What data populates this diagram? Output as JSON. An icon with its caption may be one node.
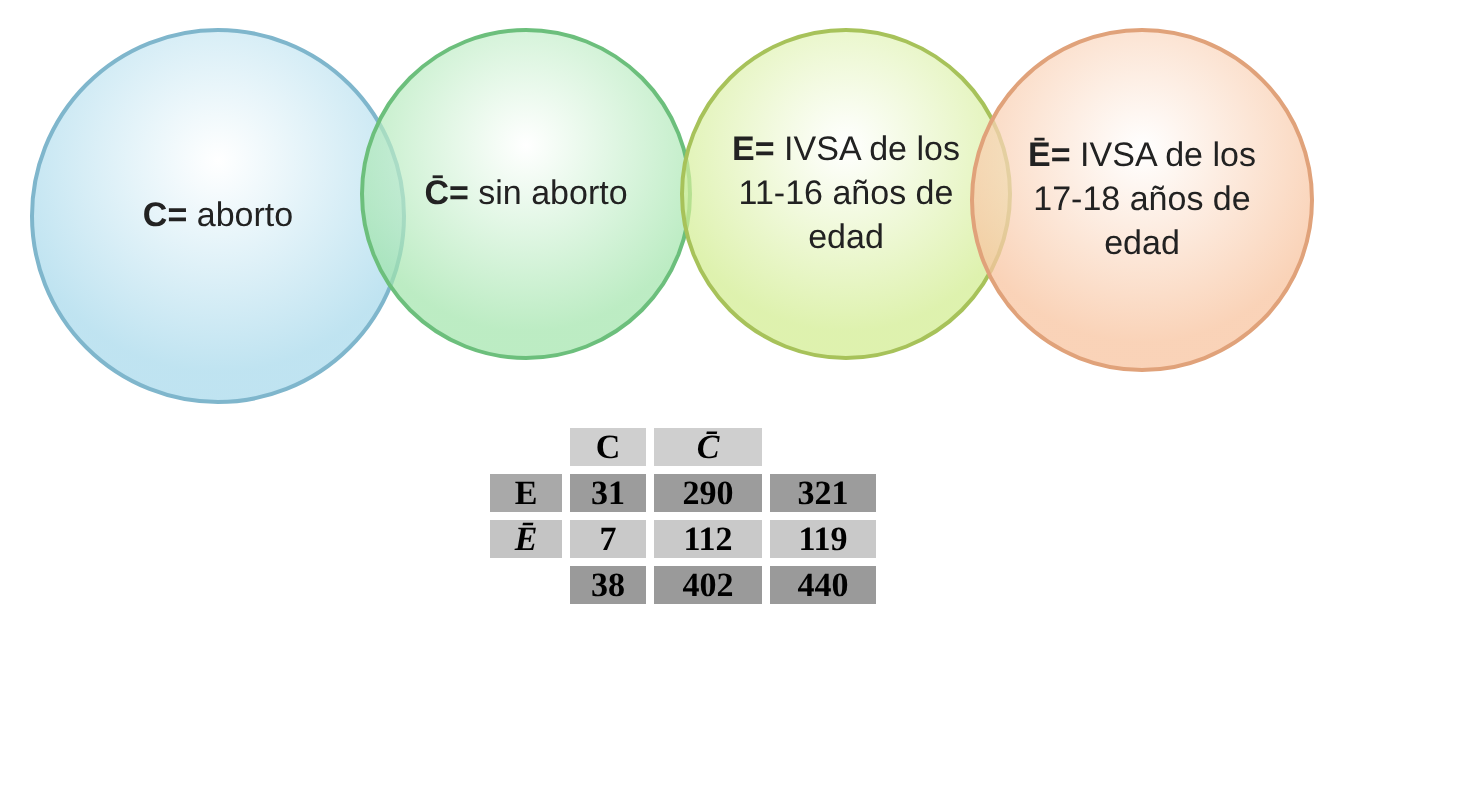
{
  "diagram": {
    "nodes": [
      {
        "text": [
          "**C=** aborto"
        ]
      },
      {
        "text": [
          "**C̄=** sin aborto"
        ]
      },
      {
        "text": [
          "**E=** IVSA de los 11-16 años de edad"
        ]
      },
      {
        "text": [
          "**Ē=** IVSA de los 17-18 años de edad"
        ]
      }
    ],
    "labels": [
      "C",
      "C̄",
      "E",
      "31",
      "290",
      "321",
      "Ē",
      "7",
      "112",
      "119",
      "38",
      "402",
      "440"
    ]
  }
}
